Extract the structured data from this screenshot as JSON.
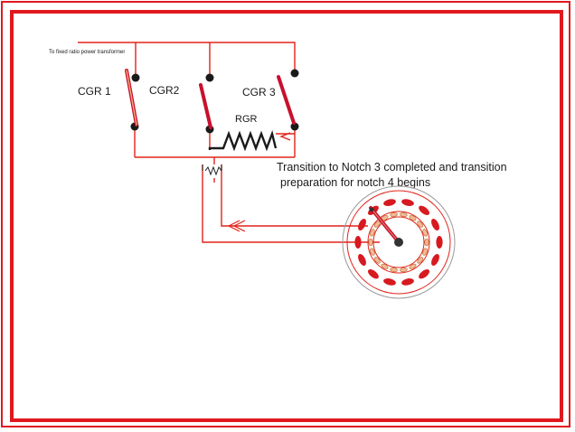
{
  "diagram": {
    "source_label": "To fixed ratio power transformer",
    "switches": [
      {
        "id": "cgr1",
        "label": "CGR 1"
      },
      {
        "id": "cgr2",
        "label": "CGR2"
      },
      {
        "id": "cgr3",
        "label": "CGR 3"
      }
    ],
    "resistor_label": "RGR",
    "note_line1": "Transition to Notch 3 completed and transition",
    "note_line2": "preparation for notch 4 begins",
    "colors": {
      "frame": "#e0191f",
      "wire": "#e2231a",
      "contact": "#1a1a1a",
      "switch_blade": "#c8102e",
      "resistor": "#1a1a1a",
      "ring_contact_outer": "#d71920",
      "ring_contact_inner": "#f2b99a"
    },
    "icons": [
      "switch-cgr1-icon",
      "switch-cgr2-icon",
      "switch-cgr3-icon",
      "resistor-icon",
      "tap-changer-icon",
      "arrow-icon"
    ]
  }
}
